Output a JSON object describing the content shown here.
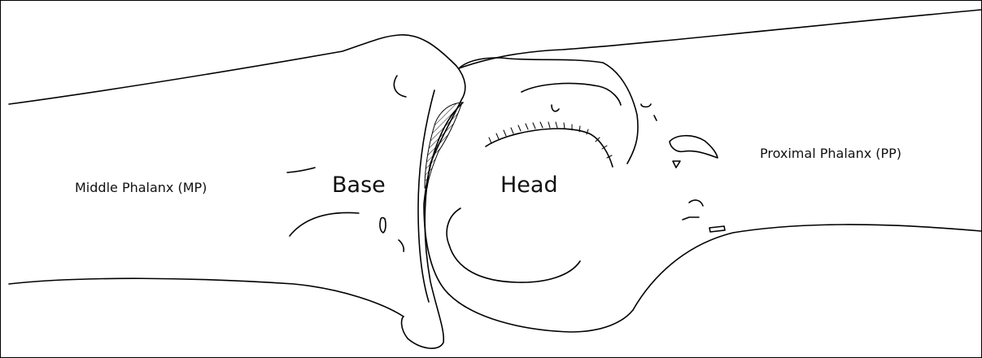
{
  "labels": {
    "middle_phalanx": "Middle Phalanx (MP)",
    "proximal_phalanx": "Proximal Phalanx (PP)",
    "base": "Base",
    "head": "Head"
  },
  "colors": {
    "line": "#000000",
    "background": "#ffffff",
    "text": "#111111"
  }
}
